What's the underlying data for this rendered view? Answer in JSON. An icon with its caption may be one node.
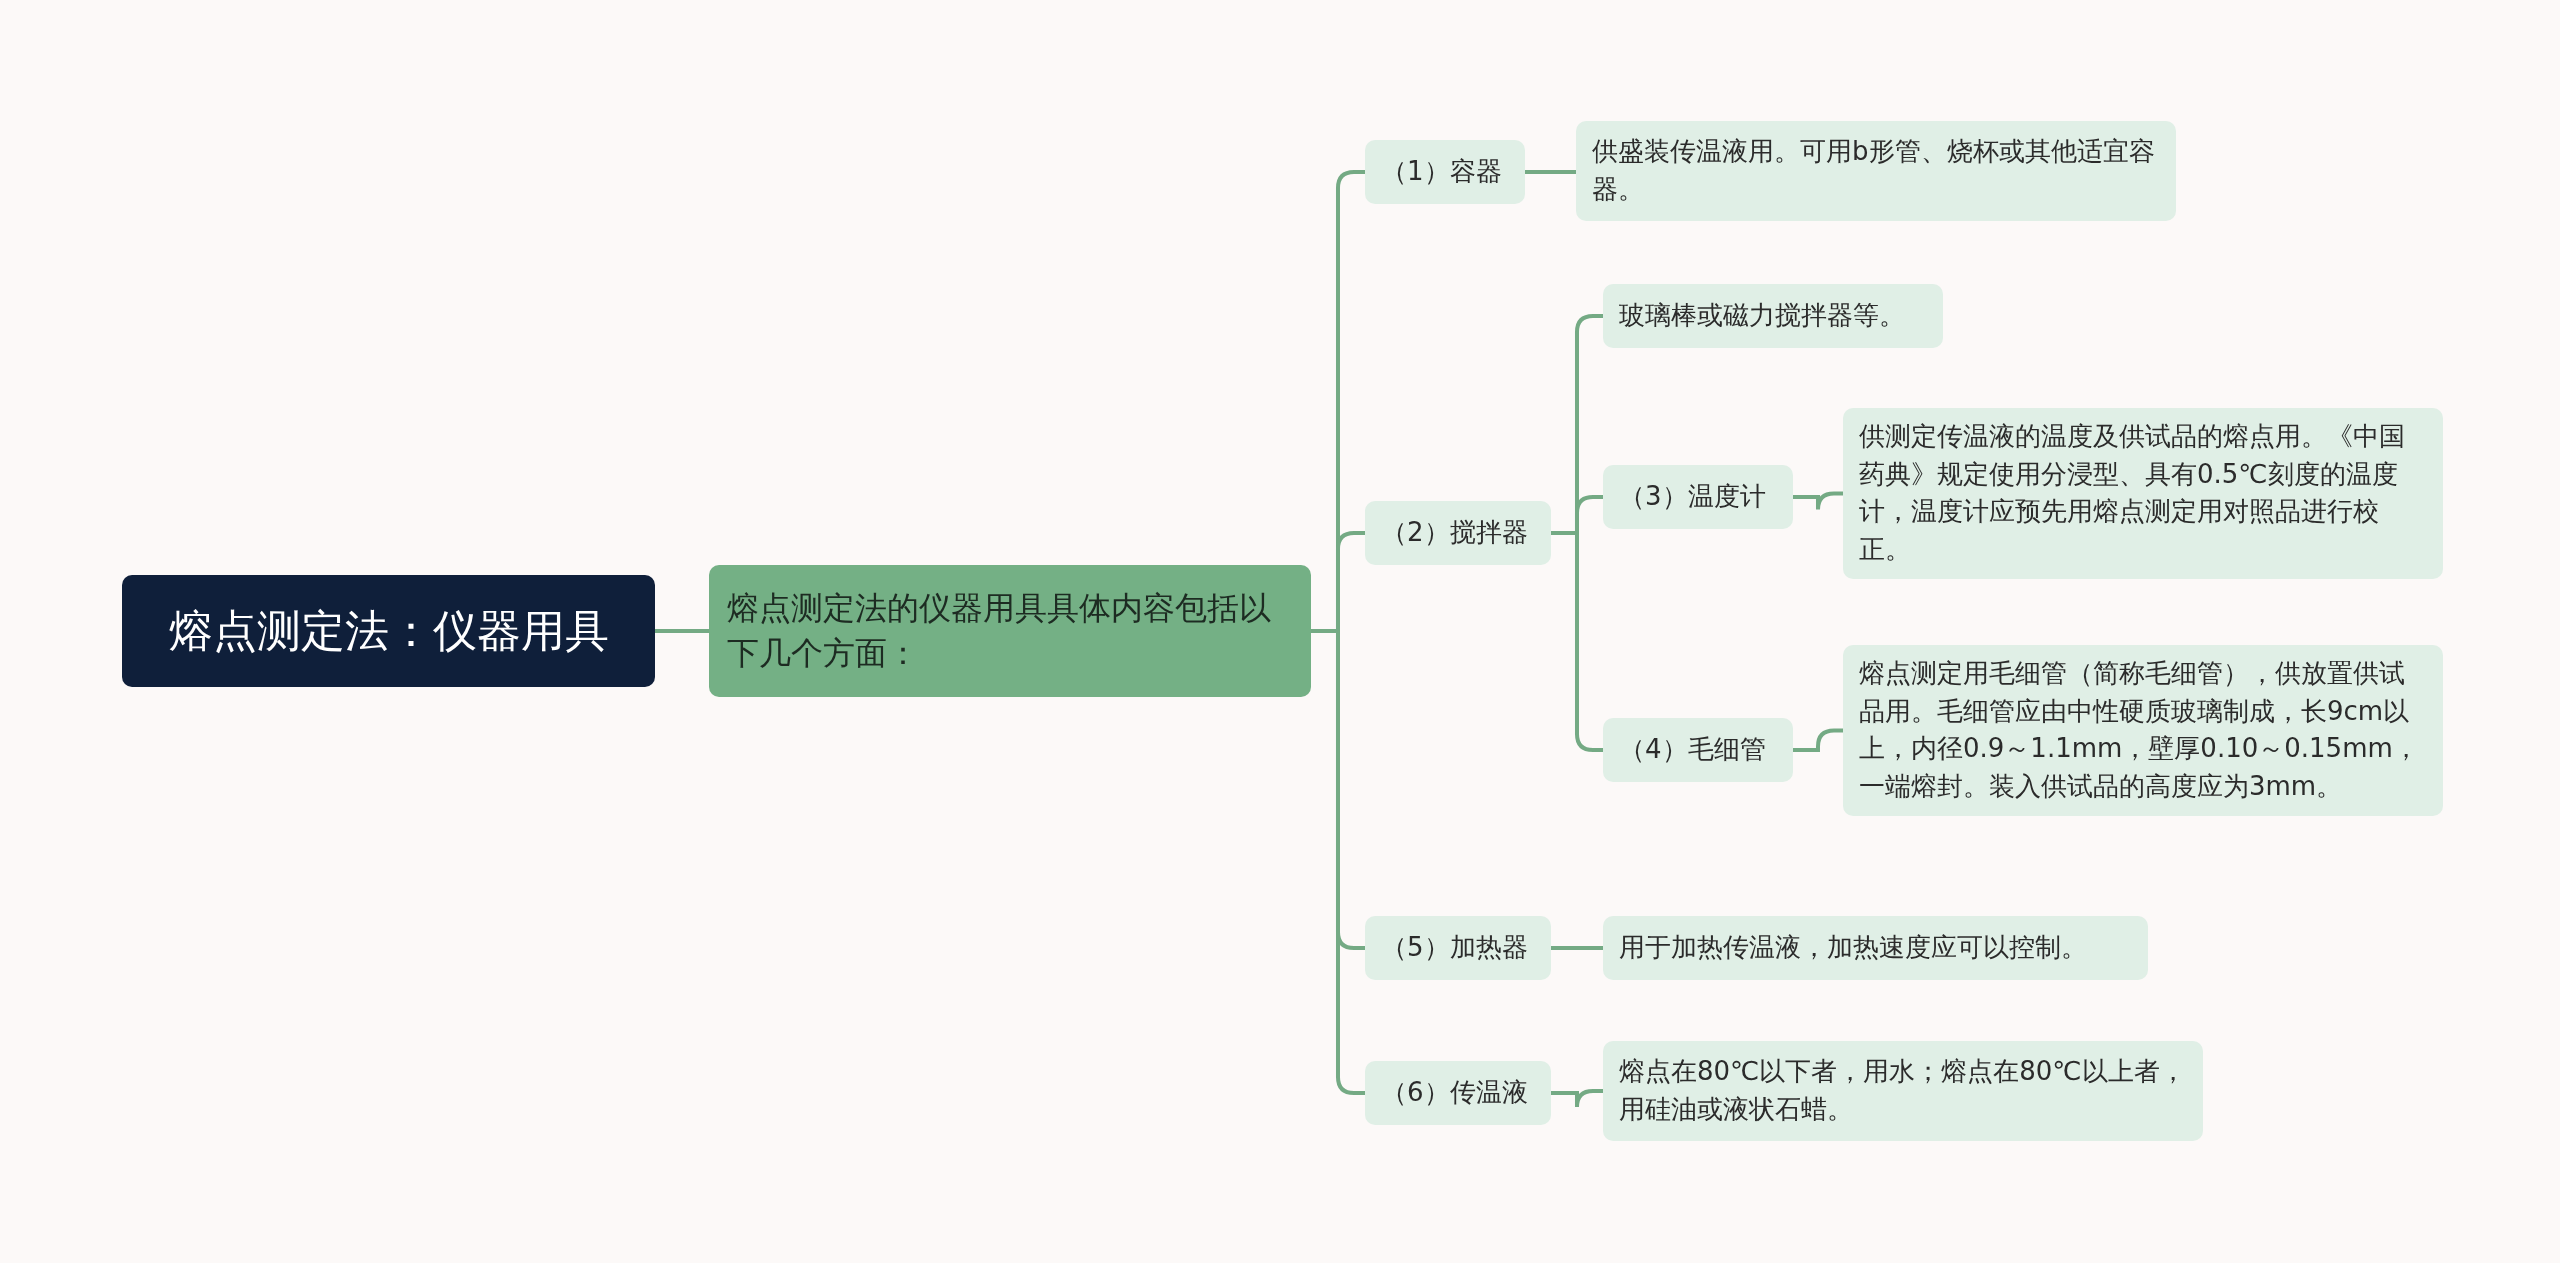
{
  "diagram": {
    "nodes": [
      {
        "text": [
          "熔点测定法：仪器用具"
        ]
      },
      {
        "text": [
          "熔点测定法的仪器用具具体内容包括以下几个方面："
        ]
      },
      {
        "text": [
          "（1）容器"
        ]
      },
      {
        "text": [
          "供盛装传温液用。可用b形管、烧杯或其他适宜容器。"
        ]
      },
      {
        "text": [
          "（2）搅拌器"
        ]
      },
      {
        "text": [
          "玻璃棒或磁力搅拌器等。"
        ]
      },
      {
        "text": [
          "（3）温度计"
        ]
      },
      {
        "text": [
          "供测定传温液的温度及供试品的熔点用。《中国药典》规定使用分浸型、具有0.5℃刻度的温度计，温度计应预先用熔点测定用对照品进行校正。"
        ]
      },
      {
        "text": [
          "（4）毛细管"
        ]
      },
      {
        "text": [
          "熔点测定用毛细管（简称毛细管），供放置供试品用。毛细管应由中性硬质玻璃制成，长9cm以上，内径0.9～1.1mm，壁厚0.10～0.15mm，一端熔封。装入供试品的高度应为3mm。"
        ]
      },
      {
        "text": [
          "（5）加热器"
        ]
      },
      {
        "text": [
          "用于加热传温液，加热速度应可以控制。"
        ]
      },
      {
        "text": [
          "（6）传温液"
        ]
      },
      {
        "text": [
          "熔点在80℃以下者，用水；熔点在80℃以上者，用硅油或液状石蜡。"
        ]
      }
    ],
    "edges": [
      {
        "from": 0,
        "to": 1,
        "arrow": "none"
      },
      {
        "from": 1,
        "to": 2,
        "arrow": "none"
      },
      {
        "from": 1,
        "to": 4,
        "arrow": "none"
      },
      {
        "from": 1,
        "to": 10,
        "arrow": "none"
      },
      {
        "from": 1,
        "to": 12,
        "arrow": "none"
      },
      {
        "from": 2,
        "to": 3,
        "arrow": "none"
      },
      {
        "from": 4,
        "to": 5,
        "arrow": "none"
      },
      {
        "from": 4,
        "to": 6,
        "arrow": "none"
      },
      {
        "from": 4,
        "to": 8,
        "arrow": "none"
      },
      {
        "from": 6,
        "to": 7,
        "arrow": "none"
      },
      {
        "from": 8,
        "to": 9,
        "arrow": "none"
      },
      {
        "from": 10,
        "to": 11,
        "arrow": "none"
      },
      {
        "from": 12,
        "to": 13,
        "arrow": "none"
      }
    ]
  }
}
